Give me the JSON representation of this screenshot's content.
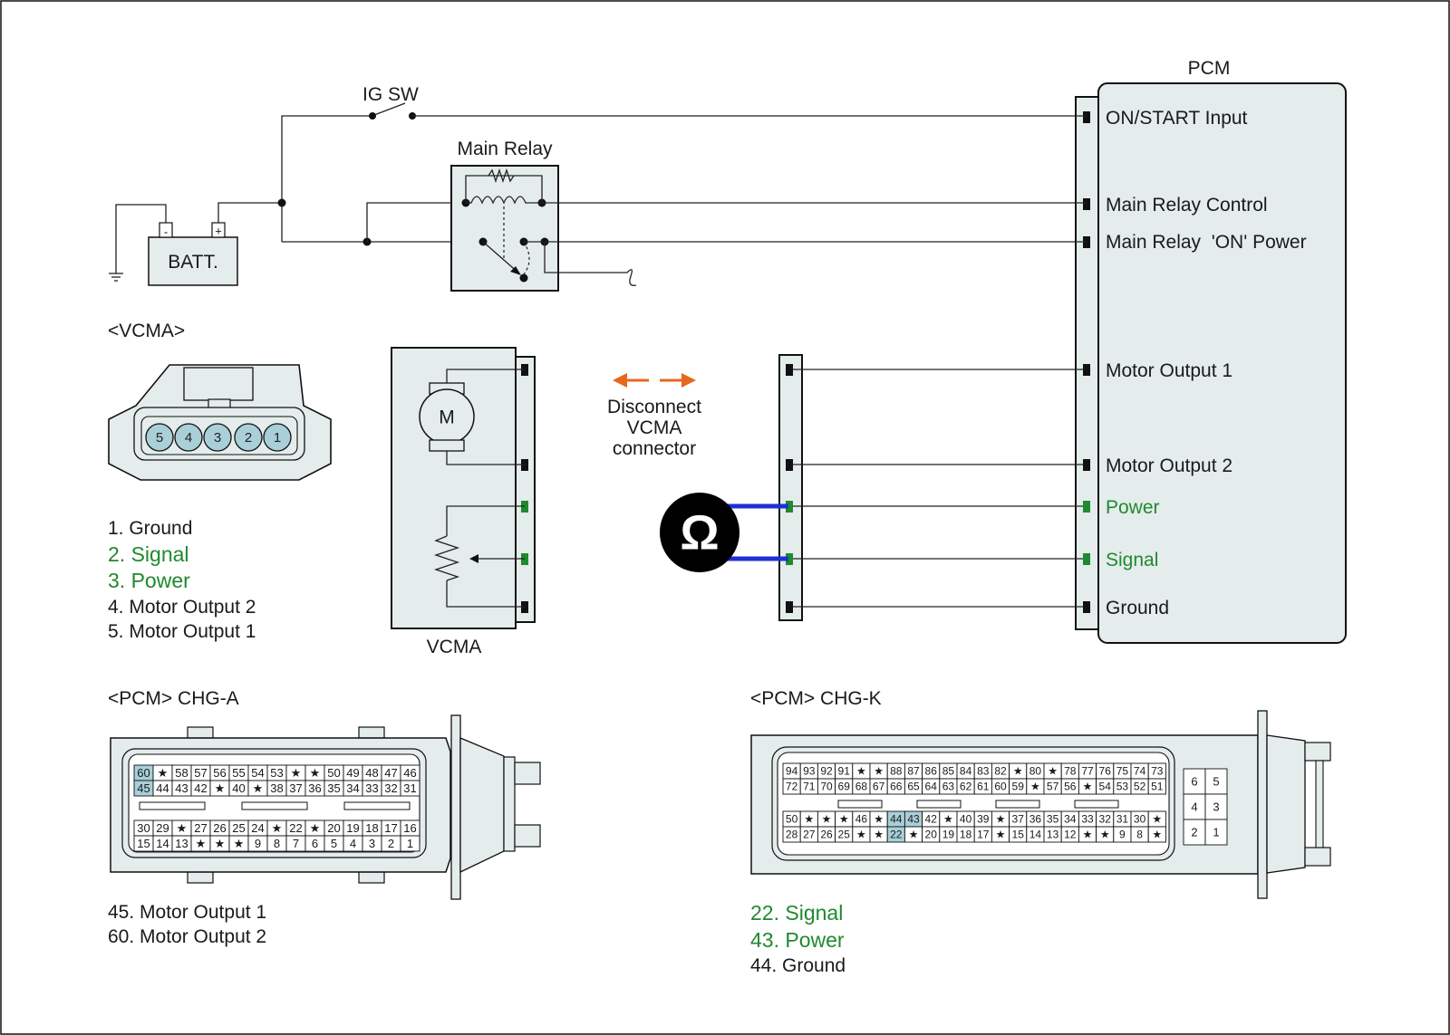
{
  "labels": {
    "pcm": "PCM",
    "ig_sw": "IG SW",
    "main_relay": "Main Relay",
    "batt": "BATT.",
    "batt_minus": "-",
    "batt_plus": "+",
    "motor": "M",
    "vcma": "VCMA",
    "vcma_connector_title": "<VCMA>",
    "disconnect_1": "Disconnect",
    "disconnect_2": "VCMA",
    "disconnect_3": "connector",
    "ohmmeter": "Ω",
    "chg_a_title": "<PCM> CHG-A",
    "chg_k_title": "<PCM> CHG-K"
  },
  "pcm_pins": {
    "on_start": "ON/START Input",
    "relay_control": "Main Relay Control",
    "relay_on_power": "Main Relay  'ON' Power",
    "motor_out_1": "Motor Output 1",
    "motor_out_2": "Motor Output 2",
    "power": "Power",
    "signal": "Signal",
    "ground": "Ground"
  },
  "vcma_legend": [
    "1. Ground",
    "2. Signal",
    "3. Power",
    "4. Motor Output 2",
    "5. Motor Output 1"
  ],
  "vcma_pin_numbers": [
    "5",
    "4",
    "3",
    "2",
    "1"
  ],
  "chg_a_legend": [
    "45. Motor Output 1",
    "60. Motor Output 2"
  ],
  "chg_k_legend": [
    "22. Signal",
    "43. Power",
    "44. Ground"
  ],
  "chg_a_rows": {
    "r1": [
      "60",
      "★",
      "58",
      "57",
      "56",
      "55",
      "54",
      "53",
      "★",
      "★",
      "50",
      "49",
      "48",
      "47",
      "46"
    ],
    "r2": [
      "45",
      "44",
      "43",
      "42",
      "★",
      "40",
      "★",
      "38",
      "37",
      "36",
      "35",
      "34",
      "33",
      "32",
      "31"
    ],
    "r3": [
      "30",
      "29",
      "★",
      "27",
      "26",
      "25",
      "24",
      "★",
      "22",
      "★",
      "20",
      "19",
      "18",
      "17",
      "16"
    ],
    "r4": [
      "15",
      "14",
      "13",
      "★",
      "★",
      "★",
      "9",
      "8",
      "7",
      "6",
      "5",
      "4",
      "3",
      "2",
      "1"
    ]
  },
  "chg_k_rows": {
    "r1": [
      "94",
      "93",
      "92",
      "91",
      "★",
      "★",
      "88",
      "87",
      "86",
      "85",
      "84",
      "83",
      "82",
      "★",
      "80",
      "★",
      "78",
      "77",
      "76",
      "75",
      "74",
      "73"
    ],
    "r2": [
      "72",
      "71",
      "70",
      "69",
      "68",
      "67",
      "66",
      "65",
      "64",
      "63",
      "62",
      "61",
      "60",
      "59",
      "★",
      "57",
      "56",
      "★",
      "54",
      "53",
      "52",
      "51"
    ],
    "r3": [
      "50",
      "★",
      "★",
      "★",
      "46",
      "★",
      "44",
      "43",
      "42",
      "★",
      "40",
      "39",
      "★",
      "37",
      "36",
      "35",
      "34",
      "33",
      "32",
      "31",
      "30",
      "★"
    ],
    "r4": [
      "28",
      "27",
      "26",
      "25",
      "★",
      "★",
      "22",
      "★",
      "20",
      "19",
      "18",
      "17",
      "★",
      "15",
      "14",
      "13",
      "12",
      "★",
      "★",
      "9",
      "8",
      "★"
    ]
  },
  "chg_k_small_block": [
    "6",
    "5",
    "4",
    "3",
    "2",
    "1"
  ],
  "colors": {
    "green_text": "#1f8a2e",
    "highlight_pin": "#a9cfd8",
    "orange_arrow": "#e8671c",
    "meter_wire": "#1f2fd6"
  }
}
